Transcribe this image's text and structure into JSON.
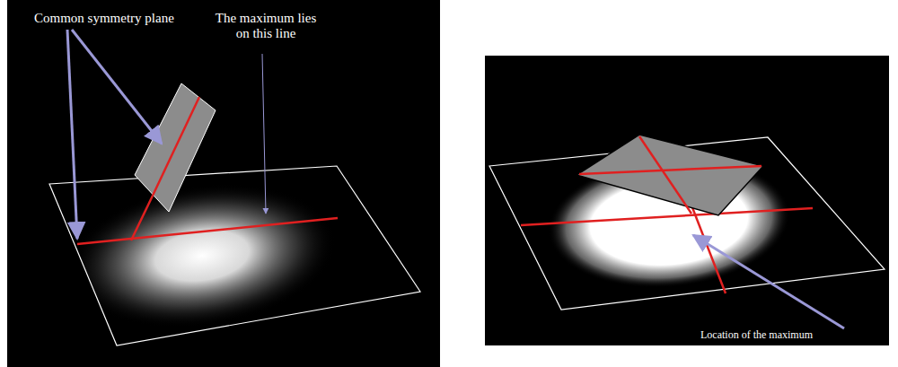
{
  "diagram": {
    "labels": [
      "Common symmetry plane",
      "The maximum lies on this line",
      "Location of the maximum"
    ]
  }
}
